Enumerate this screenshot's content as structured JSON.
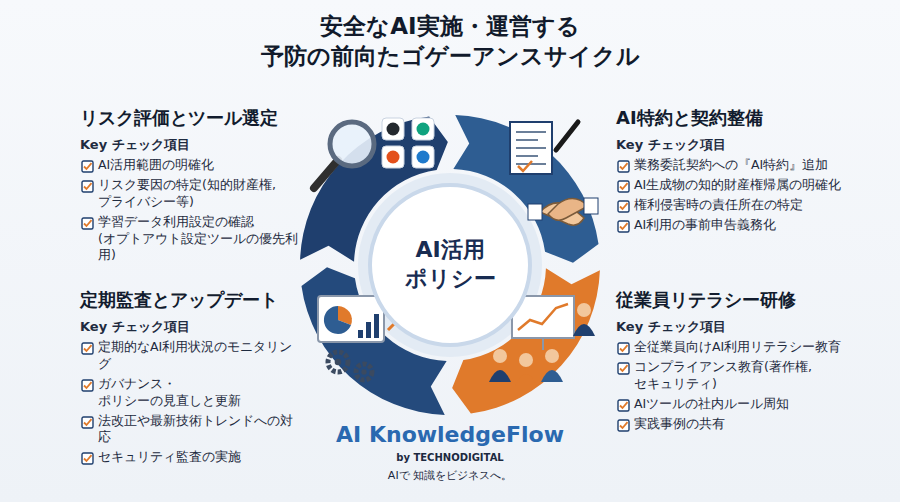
{
  "diagram": {
    "title": "安全なAI実施・運営する 予防の前向たゴゲーアンスサイクル",
    "nodes": [
      {
        "text": [
          "AI活用 ポリシー"
        ]
      }
    ],
    "labels": [
      "リスク評価とツール選定",
      "Key チェック項目",
      "AI活用範囲の明確化",
      "リスク要因の特定(知的財産権, プライバシー等)",
      "学習データ利用設定の確認 (オプトアウト設定ツールの優先利用)",
      "AI特約と契約整備",
      "Key チェック項目",
      "業務委託契約への『AI特約』追加",
      "AI生成物の知的財産権帰属の明確化",
      "権利侵害時の責任所在の特定",
      "AI利用の事前申告義務化",
      "定期監査とアップデート",
      "Key チェック項目",
      "定期的なAI利用状況のモニタリング",
      "ガバナンス・ポリシーの見直しと更新",
      "法改正や最新技術トレンドへの対応",
      "セキュリティ監査の実施",
      "従業員リテラシー研修",
      "Key チェック項目",
      "全従業員向けAI利用リテラシー教育",
      "コンプライアンス教育(著作権, セキュリティ)",
      "AIツールの社内ルール周知",
      "実践事例の共有",
      "AI KnowledgeFlow",
      "by TECHNODIGITAL",
      "AIで 知識をビジネスへ。"
    ]
  }
}
